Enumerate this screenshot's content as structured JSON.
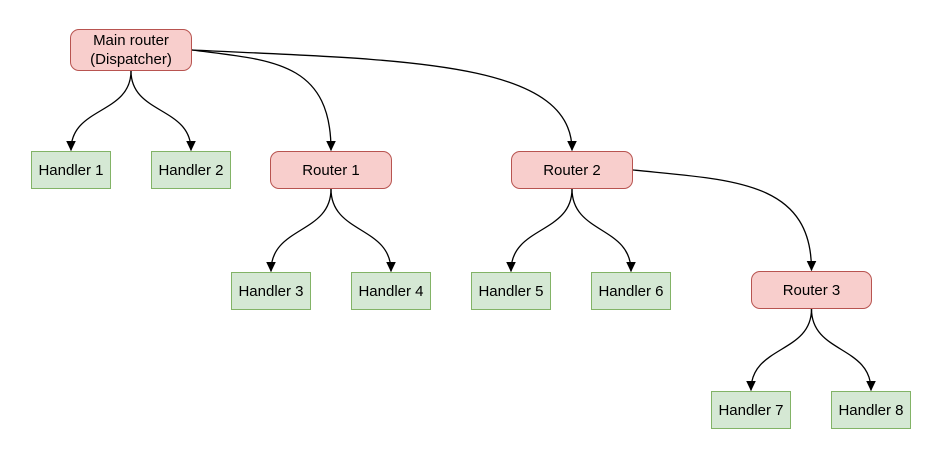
{
  "diagram": {
    "background_color": "#ffffff",
    "edge_color": "#000000",
    "styles": {
      "router": {
        "fill": "#f8cecc",
        "stroke": "#b85450",
        "shape": "rounded-rectangle"
      },
      "handler": {
        "fill": "#d5e8d4",
        "stroke": "#82b366",
        "shape": "rectangle"
      }
    },
    "nodes": [
      {
        "id": "main",
        "type": "router",
        "label_line1": "Main router",
        "label_line2": "(Dispatcher)"
      },
      {
        "id": "h1",
        "type": "handler",
        "label": "Handler 1"
      },
      {
        "id": "h2",
        "type": "handler",
        "label": "Handler 2"
      },
      {
        "id": "r1",
        "type": "router",
        "label": "Router 1"
      },
      {
        "id": "h3",
        "type": "handler",
        "label": "Handler 3"
      },
      {
        "id": "h4",
        "type": "handler",
        "label": "Handler 4"
      },
      {
        "id": "r2",
        "type": "router",
        "label": "Router 2"
      },
      {
        "id": "h5",
        "type": "handler",
        "label": "Handler 5"
      },
      {
        "id": "h6",
        "type": "handler",
        "label": "Handler 6"
      },
      {
        "id": "r3",
        "type": "router",
        "label": "Router 3"
      },
      {
        "id": "h7",
        "type": "handler",
        "label": "Handler 7"
      },
      {
        "id": "h8",
        "type": "handler",
        "label": "Handler 8"
      }
    ],
    "edges": [
      {
        "from": "main",
        "to": "h1",
        "kind": "fork"
      },
      {
        "from": "main",
        "to": "h2",
        "kind": "fork"
      },
      {
        "from": "main",
        "to": "r1",
        "kind": "side"
      },
      {
        "from": "main",
        "to": "r2",
        "kind": "side"
      },
      {
        "from": "r1",
        "to": "h3",
        "kind": "fork"
      },
      {
        "from": "r1",
        "to": "h4",
        "kind": "fork"
      },
      {
        "from": "r2",
        "to": "h5",
        "kind": "fork"
      },
      {
        "from": "r2",
        "to": "h6",
        "kind": "fork"
      },
      {
        "from": "r2",
        "to": "r3",
        "kind": "side"
      },
      {
        "from": "r3",
        "to": "h7",
        "kind": "fork"
      },
      {
        "from": "r3",
        "to": "h8",
        "kind": "fork"
      }
    ]
  }
}
